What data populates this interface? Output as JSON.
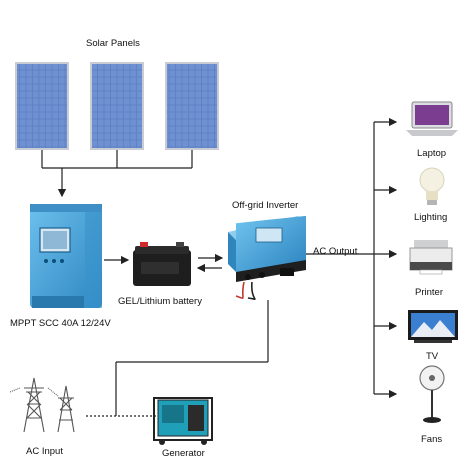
{
  "labels": {
    "solar_panels": "Solar Panels",
    "off_grid_inverter": "Off-grid Inverter",
    "ac_output": "AC Output",
    "battery": "GEL/Lithium battery",
    "controller": "MPPT SCC 40A 12/24V",
    "ac_input": "AC Input",
    "generator": "Generator"
  },
  "loads": [
    {
      "name": "Laptop",
      "icon": "laptop-icon"
    },
    {
      "name": "Lighting",
      "icon": "light-bulb-icon"
    },
    {
      "name": "Printer",
      "icon": "printer-icon"
    },
    {
      "name": "TV",
      "icon": "tv-icon"
    },
    {
      "name": "Fans",
      "icon": "fan-icon"
    }
  ],
  "colors": {
    "panel_blue": "#5b7fc4",
    "device_blue": "#4aa3d8",
    "connector_line": "#222222",
    "battery_body": "#1e1e1e",
    "cable_red": "#c0392b"
  }
}
